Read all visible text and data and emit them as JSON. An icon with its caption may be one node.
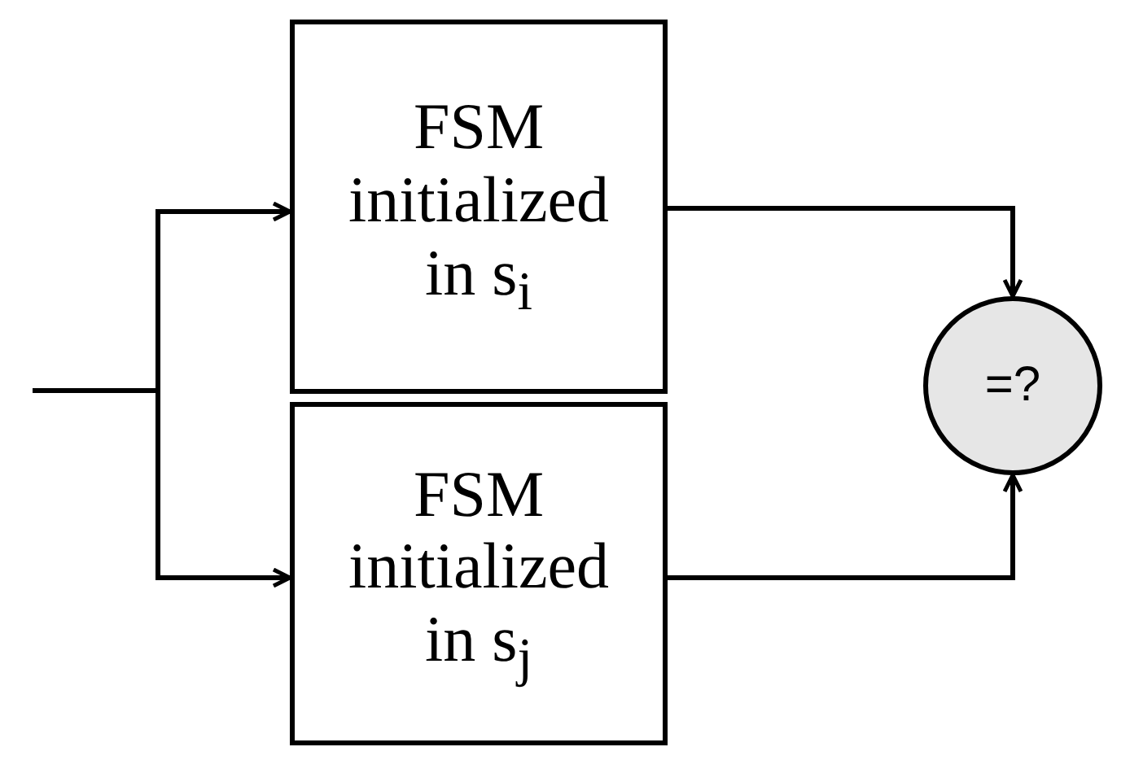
{
  "diagram": {
    "nodes": [
      {
        "text": [
          "FSM initialized in s$_{i}$"
        ]
      },
      {
        "text": [
          "FSM initialized in s$_{j}$"
        ]
      },
      {
        "text": [
          "=?"
        ]
      }
    ],
    "edges": [
      {
        "from": null,
        "to": 0,
        "arrow": "to"
      },
      {
        "from": null,
        "to": 1,
        "arrow": "to"
      },
      {
        "from": 0,
        "to": 2,
        "arrow": "to"
      },
      {
        "from": 1,
        "to": 2,
        "arrow": "to"
      }
    ]
  }
}
